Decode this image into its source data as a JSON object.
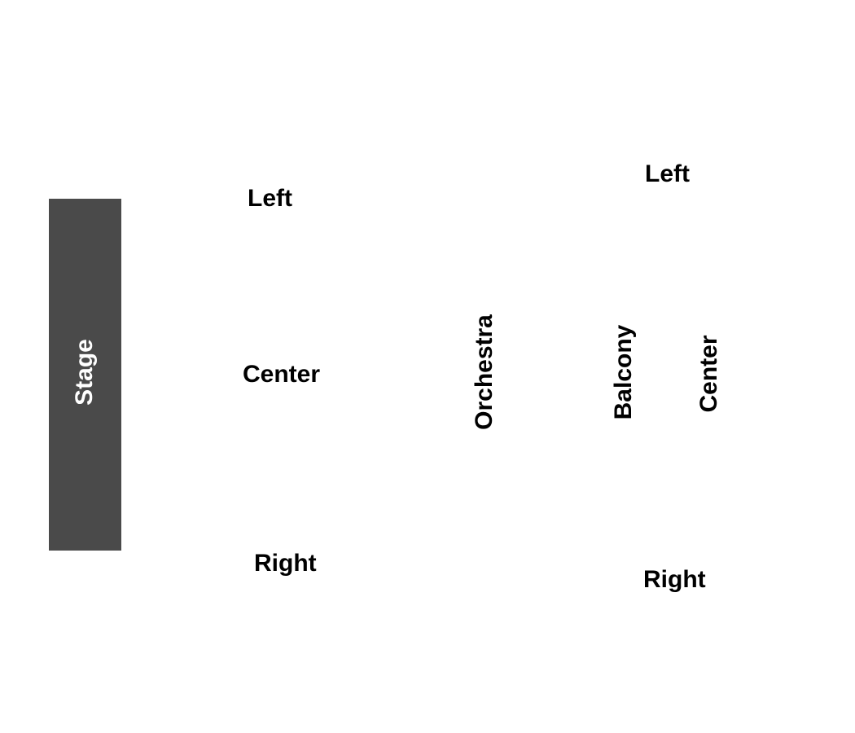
{
  "stage": {
    "label": "Stage",
    "fill_color": "#4a4a4a",
    "text_color": "#ffffff"
  },
  "orchestra": {
    "title": "Orchestra",
    "left": "Left",
    "center": "Center",
    "right": "Right"
  },
  "balcony": {
    "title": "Balcony",
    "left": "Left",
    "center": "Center",
    "right": "Right"
  },
  "colors": {
    "background": "#ffffff",
    "label_text": "#000000"
  }
}
